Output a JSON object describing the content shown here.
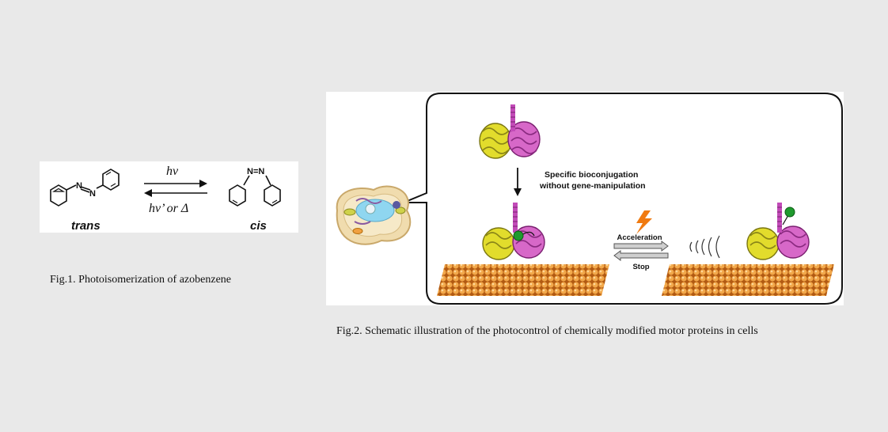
{
  "figure1": {
    "label_trans": "trans",
    "label_cis": "cis",
    "forward_label": "hν",
    "reverse_label": "hν’ or Δ",
    "atom_n_trans_1": "N",
    "atom_n_trans_2": "N",
    "atom_n_cis": "N=N",
    "caption": "Fig.1. Photoisomerization of azobenzene"
  },
  "figure2": {
    "bioconjugation_line1": "Specific bioconjugation",
    "bioconjugation_line2": "without gene-manipulation",
    "acceleration_label": "Acceleration",
    "stop_label": "Stop",
    "caption": "Fig.2. Schematic illustration of the photocontrol of chemically modified motor proteins in cells"
  },
  "colors": {
    "protein_yellow": "#e2dc2c",
    "protein_magenta": "#c24bb8",
    "ligand_green": "#1f9a2e",
    "microtubule_orange": "#e08a2a",
    "cell_body": "#f0dcae",
    "lightning": "#f07a10"
  }
}
